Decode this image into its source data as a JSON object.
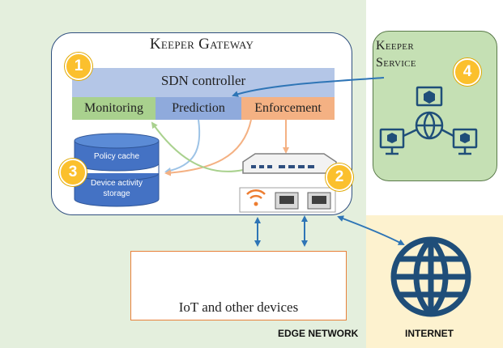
{
  "zones": {
    "edge_network_label": "EDGE NETWORK",
    "internet_label": "INTERNET"
  },
  "keeper_gateway": {
    "title": "Keeper Gateway",
    "sdn_controller": "SDN controller",
    "modules": [
      "Monitoring",
      "Prediction",
      "Enforcement"
    ]
  },
  "keeper_service": {
    "title_line1": "Keeper",
    "title_line2": "Service"
  },
  "storage": {
    "policy_cache": "Policy cache",
    "device_activity_line1": "Device activity",
    "device_activity_line2": "storage"
  },
  "devices": {
    "label": "IoT and other devices",
    "icons": [
      "smart-speaker-icon",
      "smart-kettle-icon",
      "security-camera-icon",
      "smartphone-icon",
      "laptop-icon",
      "server-icon"
    ]
  },
  "badges": [
    "1",
    "2",
    "3",
    "4"
  ],
  "colors": {
    "edge_network_bg": "#e4efdd",
    "internet_bg": "#fdf2cf",
    "keeper_service_bg": "#c5e0b4",
    "sdn_controller": "#b4c6e7",
    "monitoring": "#a9d18e",
    "prediction": "#8faadc",
    "enforcement": "#f4b183",
    "database": "#4472c4",
    "badge": "#fbc02d",
    "arrow_blue": "#2e75b6"
  }
}
